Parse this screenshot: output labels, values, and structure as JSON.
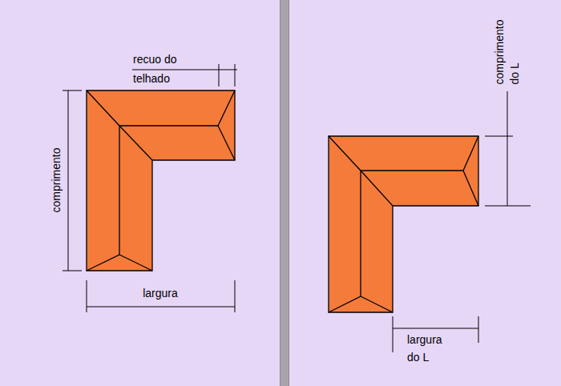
{
  "diagram": {
    "labels": [
      "recuo do telhado",
      "comprimento",
      "largura",
      "comprimento do L",
      "largura do L"
    ]
  }
}
